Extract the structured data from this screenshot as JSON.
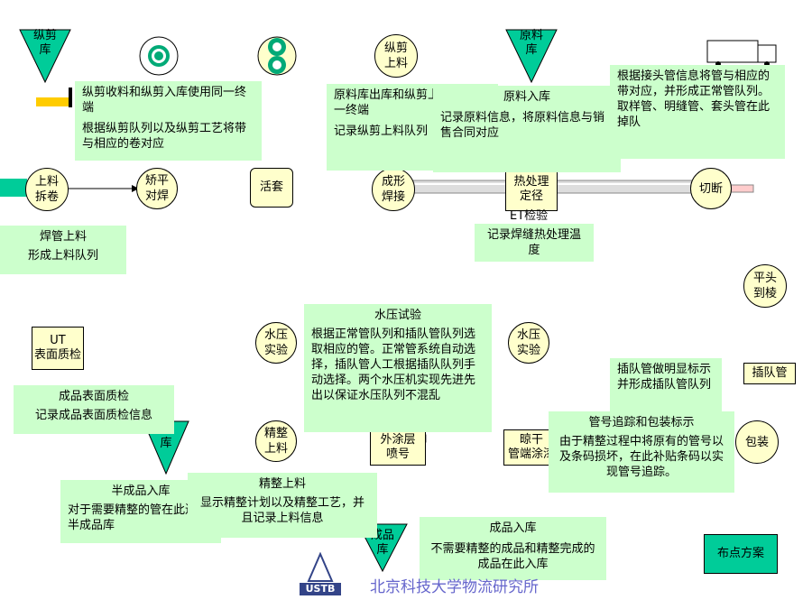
{
  "nodes": {
    "slit_warehouse": "纵剪\n库",
    "slit_feed": "纵剪\n上料",
    "raw_warehouse": "原料\n库",
    "uncoil": "上料\n拆卷",
    "level_weld": "矫平\n对焊",
    "loop": "活套",
    "forming_weld": "成形\n焊接",
    "heat_treat": "热处理\n定径",
    "et_check": "ET检验",
    "cut": "切断",
    "end_face": "平头\n到棱",
    "ut_surface": "UT\n表面质检",
    "hydro1": "水压\n实验",
    "hydro2": "水压\n实验",
    "insert_pipe": "插队管",
    "finish_feed": "精整\n上料",
    "ext_coat": "外涂层\n喷号",
    "dry": "晾干\n管端涂漆",
    "pack": "包装",
    "semi_warehouse_tri": "库",
    "product_warehouse_tri": "成品\n库",
    "layout_plan": "布点方案"
  },
  "notes": {
    "slit": {
      "line1": "纵剪收料和纵剪入库使用同一终端",
      "line2": "根据纵剪队列以及纵剪工艺将带与相应的卷对应"
    },
    "raw_out": {
      "line1": "原料库出库和纵剪上料使用同一终端",
      "line2": "记录纵剪上料队列"
    },
    "raw_in": {
      "title": "原料入库",
      "body": "记录原料信息，将原料信息与销售合同对应"
    },
    "joint": {
      "body": "根据接头管信息将管与相应的带对应，并形成正常管队列。取样管、明缝管、套头管在此掉队"
    },
    "weld_feed": {
      "line1": "焊管上料",
      "line2": "形成上料队列"
    },
    "seam_heat": {
      "body": "记录焊缝热处理温度"
    },
    "hydro": {
      "title": "水压试验",
      "body": "根据正常管队列和插队管队列选取相应的管。正常管系统自动选择，插队管人工根据插队队列手动选择。两个水压机实现先进先出以保证水压队列不混乱"
    },
    "insert": {
      "body": "插队管做明显标示并形成插队管队列"
    },
    "surface": {
      "title": "成品表面质检",
      "body": "记录成品表面质检信息"
    },
    "tracking": {
      "title": "管号追踪和包装标示",
      "body": "由于精整过程中将原有的管号以及条码损坏，在此补贴条码以实现管号追踪。"
    },
    "finish": {
      "title": "精整上料",
      "body": "显示精整计划以及精整工艺，并且记录上料信息"
    },
    "semi": {
      "title": "半成品入库",
      "body": "对于需要精整的管在此进入半成品库"
    },
    "product_in": {
      "title": "成品入库",
      "body": "不需要精整的成品和精整完成的成品在此入库"
    }
  },
  "footer": {
    "logo_text": "USTB",
    "institute": "北京科技大学物流研究所"
  },
  "colors": {
    "note_bg": "#ccffcc",
    "node_fill": "#ffffcc",
    "tri_fill": "#00cc99",
    "plan_fill": "#00cc99",
    "footer_text": "#6666cc"
  }
}
